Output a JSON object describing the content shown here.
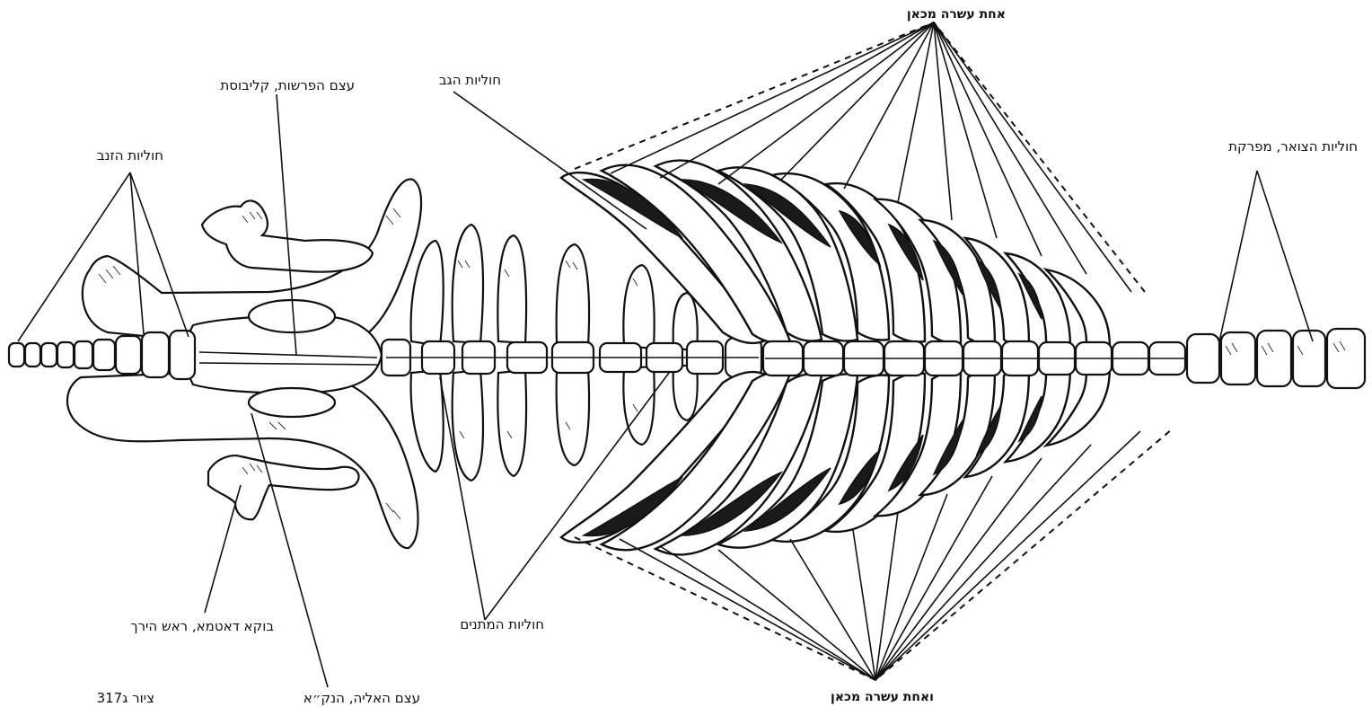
{
  "labels": {
    "caudal": "חוליות הזנב",
    "sacrum": "עצם הפרשות, קליבוסת",
    "thoracic": "חוליות הגב",
    "eleven_top": "אחת עשרה מכאן",
    "cervical": "חוליות הצואר, מפרקת",
    "eleven_bottom": "ואחת עשרה מכאן",
    "lumbar": "חוליות המתנים",
    "ilium": "עצם האליה, הנק״א",
    "hip_socket": "בוקא דאטמא, ראש הירך",
    "figure_caption": "ציור ג317"
  }
}
